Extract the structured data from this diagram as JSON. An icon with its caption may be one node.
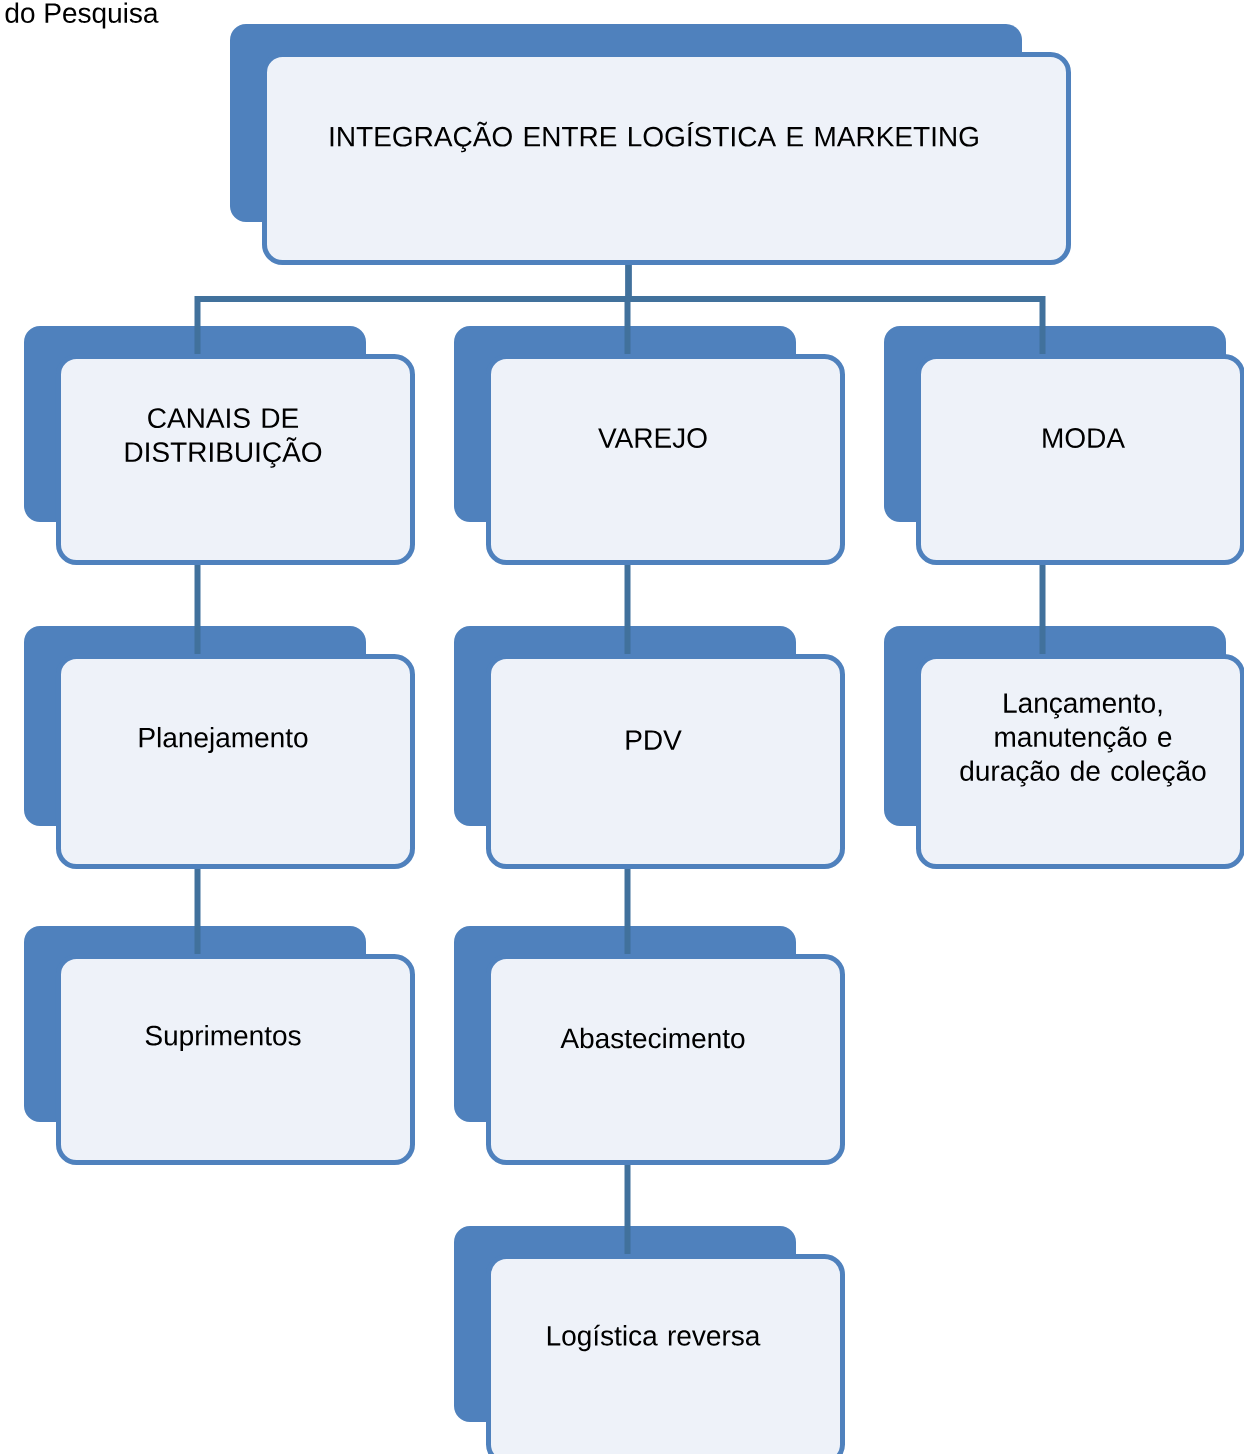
{
  "diagram": {
    "nodes": [
      {
        "text": [
          "INTEGRAÇÃO ENTRE LOGÍSTICA E MARKETING"
        ]
      },
      {
        "text": [
          "CANAIS DE DISTRIBUIÇÃO"
        ]
      },
      {
        "text": [
          "VAREJO"
        ]
      },
      {
        "text": [
          "MODA"
        ]
      },
      {
        "text": [
          "Planejamento"
        ]
      },
      {
        "text": [
          "PDV"
        ]
      },
      {
        "text": [
          "Lançamento, manutenção e duração de coleção"
        ]
      },
      {
        "text": [
          "Suprimentos"
        ]
      },
      {
        "text": [
          "Abastecimento"
        ]
      },
      {
        "text": [
          "Logística reversa"
        ]
      }
    ],
    "edges": [
      {
        "from": 0,
        "to": 1,
        "arrow": "none"
      },
      {
        "from": 0,
        "to": 2,
        "arrow": "none"
      },
      {
        "from": 0,
        "to": 3,
        "arrow": "none"
      },
      {
        "from": 1,
        "to": 4,
        "arrow": "none"
      },
      {
        "from": 4,
        "to": 7,
        "arrow": "none"
      },
      {
        "from": 2,
        "to": 5,
        "arrow": "none"
      },
      {
        "from": 5,
        "to": 8,
        "arrow": "none"
      },
      {
        "from": 8,
        "to": 9,
        "arrow": "none"
      },
      {
        "from": 3,
        "to": 6,
        "arrow": "none"
      }
    ],
    "labels": [
      "do Pesquisa"
    ]
  }
}
